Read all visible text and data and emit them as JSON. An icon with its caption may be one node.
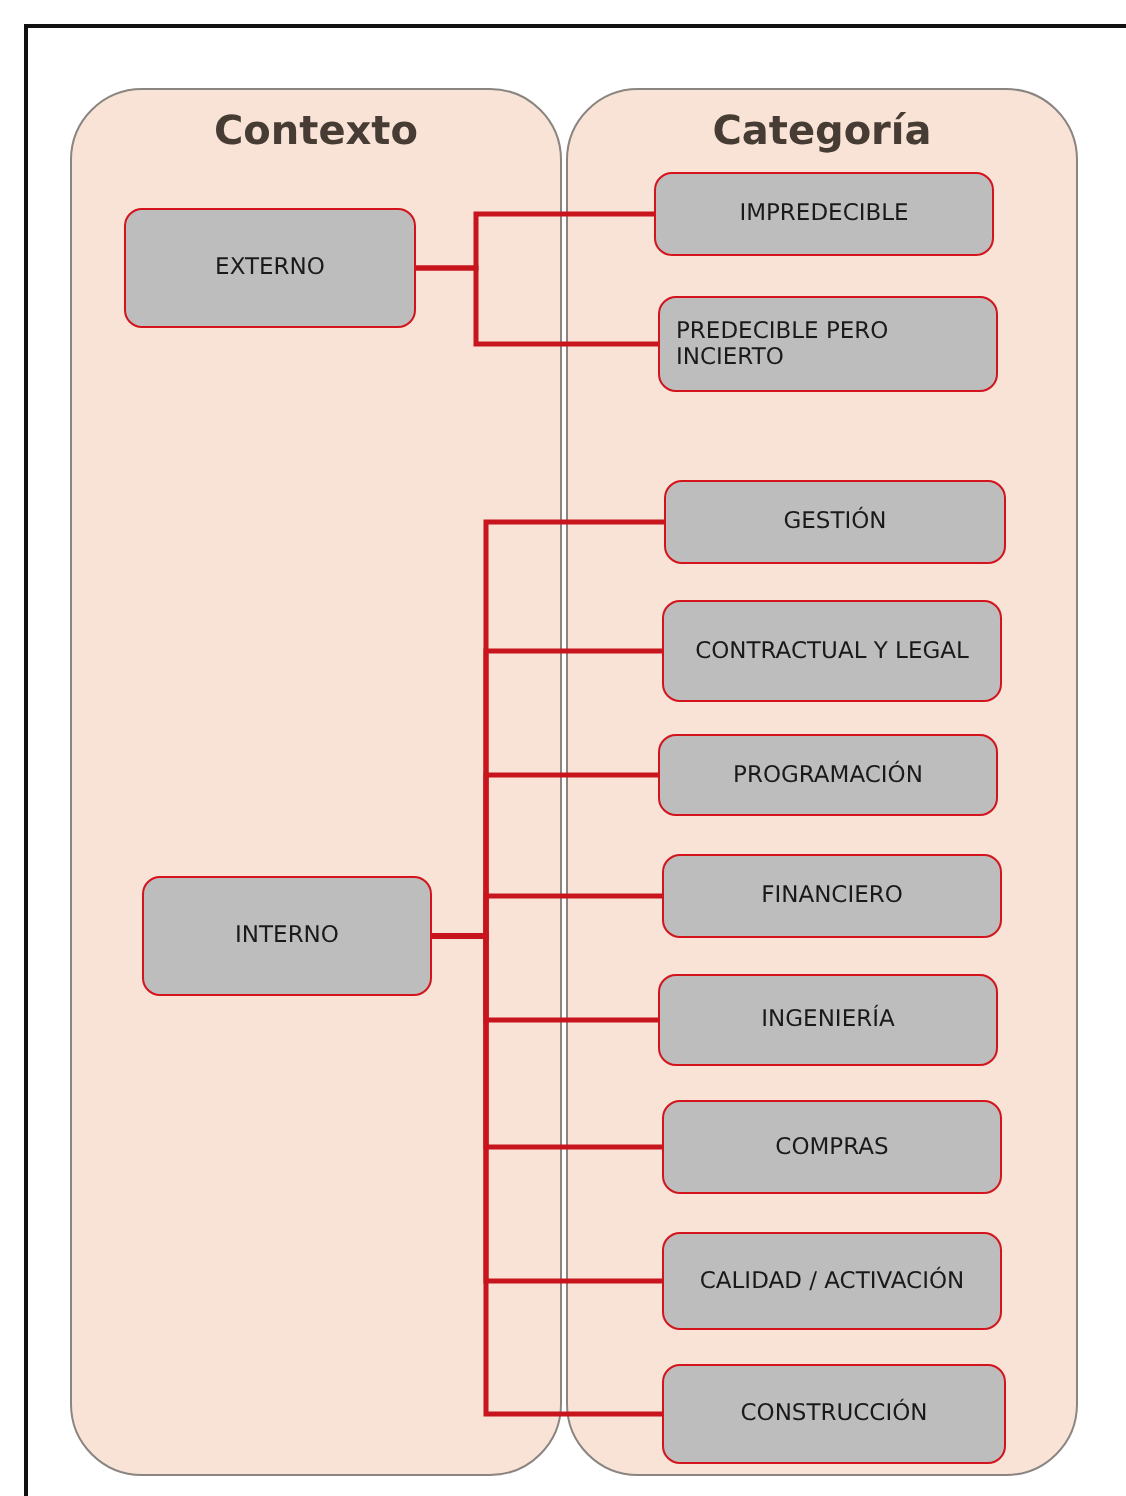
{
  "diagram": {
    "nodes": [
      {
        "text": [
          "Contexto"
        ]
      },
      {
        "text": [
          "EXTERNO"
        ],
        "in": 0
      },
      {
        "text": [
          "INTERNO"
        ],
        "in": 0
      },
      {
        "text": [
          "Categoría"
        ]
      },
      {
        "text": [
          "IMPREDECIBLE"
        ],
        "in": 3
      },
      {
        "text": [
          "PREDECIBLE PERO INCIERTO"
        ],
        "in": 3
      },
      {
        "text": [
          "GESTIÓN"
        ],
        "in": 3
      },
      {
        "text": [
          "CONTRACTUAL Y LEGAL"
        ],
        "in": 3
      },
      {
        "text": [
          "PROGRAMACIÓN"
        ],
        "in": 3
      },
      {
        "text": [
          "FINANCIERO"
        ],
        "in": 3
      },
      {
        "text": [
          "INGENIERÍA"
        ],
        "in": 3
      },
      {
        "text": [
          "COMPRAS"
        ],
        "in": 3
      },
      {
        "text": [
          "CALIDAD / ACTIVACIÓN"
        ],
        "in": 3
      },
      {
        "text": [
          "CONSTRUCCIÓN"
        ],
        "in": 3
      }
    ],
    "edges": [
      {
        "from": 1,
        "to": 4,
        "arrow": "none"
      },
      {
        "from": 1,
        "to": 5,
        "arrow": "none"
      },
      {
        "from": 2,
        "to": 6,
        "arrow": "none"
      },
      {
        "from": 2,
        "to": 7,
        "arrow": "none"
      },
      {
        "from": 2,
        "to": 8,
        "arrow": "none"
      },
      {
        "from": 2,
        "to": 9,
        "arrow": "none"
      },
      {
        "from": 2,
        "to": 10,
        "arrow": "none"
      },
      {
        "from": 2,
        "to": 11,
        "arrow": "none"
      },
      {
        "from": 2,
        "to": 12,
        "arrow": "none"
      },
      {
        "from": 2,
        "to": 13,
        "arrow": "none"
      }
    ]
  }
}
